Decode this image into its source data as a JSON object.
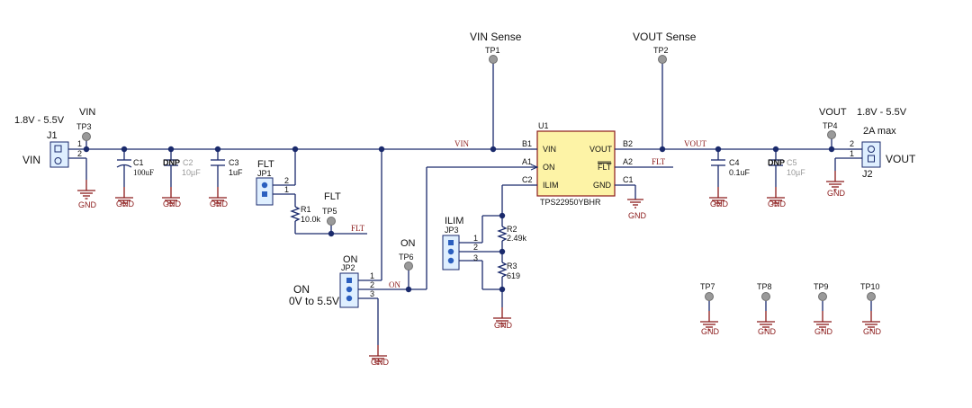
{
  "labels": {
    "vin_sense": "VIN Sense",
    "vout_sense": "VOUT Sense",
    "vin_range": "1.8V - 5.5V",
    "vin_left": "VIN",
    "vin_top": "VIN",
    "vout_top": "VOUT",
    "vout_range": "1.8V - 5.5V",
    "vout_max": "2A max",
    "vout_right": "VOUT",
    "flt_top": "FLT",
    "flt_mid": "FLT",
    "on_top": "ON",
    "on_left": "ON",
    "on_range": "0V to 5.5V",
    "ilim": "ILIM",
    "dnp": "DNP",
    "gnd": "GND"
  },
  "net_labels": {
    "vin": "VIN",
    "vout": "VOUT",
    "flt_out": "FLT",
    "flt_tp": "FLT",
    "on": "ON"
  },
  "test_points": {
    "tp1": "TP1",
    "tp2": "TP2",
    "tp3": "TP3",
    "tp4": "TP4",
    "tp5": "TP5",
    "tp6": "TP6",
    "tp7": "TP7",
    "tp8": "TP8",
    "tp9": "TP9",
    "tp10": "TP10"
  },
  "connectors": {
    "j1": "J1",
    "j2": "J2",
    "j1_pin1": "1",
    "j1_pin2": "2",
    "j2_pin1": "1",
    "j2_pin2": "2"
  },
  "jumpers": {
    "jp1": "JP1",
    "jp2": "JP2",
    "jp3": "JP3",
    "jp1_p1": "1",
    "jp1_p2": "2",
    "jp2_p1": "1",
    "jp2_p2": "2",
    "jp2_p3": "3",
    "jp3_p1": "1",
    "jp3_p2": "2",
    "jp3_p3": "3"
  },
  "components": {
    "c1": "C1",
    "c1_val": "100uF",
    "c2": "C2",
    "c2_val": "10µF",
    "c3": "C3",
    "c3_val": "1uF",
    "c4": "C4",
    "c4_val": "0.1uF",
    "c5": "C5",
    "c5_val": "10µF",
    "r1": "R1",
    "r1_val": "10.0k",
    "r2": "R2",
    "r2_val": "2.49k",
    "r3": "R3",
    "r3_val": "619"
  },
  "ic": {
    "ref": "U1",
    "part": "TPS22950YBHR",
    "pin_vin": "VIN",
    "pin_on": "ON",
    "pin_ilim": "ILIM",
    "pin_vout": "VOUT",
    "pin_flt": "FLT",
    "pin_gnd": "GND",
    "ball_b1": "B1",
    "ball_a1": "A1",
    "ball_c2": "C2",
    "ball_b2": "B2",
    "ball_a2": "A2",
    "ball_c1": "C1"
  }
}
